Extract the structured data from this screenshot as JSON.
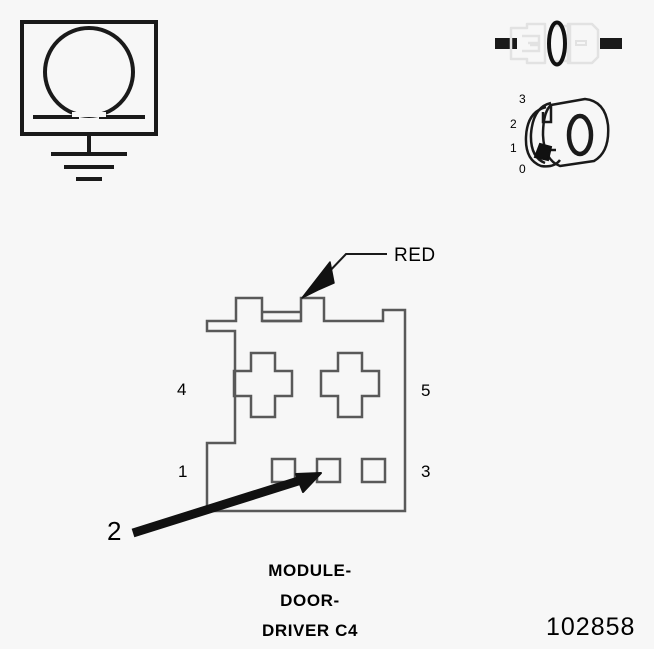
{
  "page": {
    "background_color": "#f7f7f7",
    "line_color": "#1a1a1a",
    "outline_color": "#595959",
    "ghost_color": "#e0e0e0",
    "reference_number": "102858"
  },
  "ground_symbol": {
    "name": "omega-ground-symbol",
    "glyph": "Omega",
    "description": "Boxed omega resistance symbol over chassis ground"
  },
  "connector_icon": {
    "name": "inline-connector-icon",
    "description": "Two-piece inline connector, ghosted outline with bold black seal"
  },
  "ignition_switch": {
    "name": "ignition-key-switch-icon",
    "description": "Ignition key cylinder with rotary positions",
    "positions": [
      "3",
      "2",
      "1",
      "0"
    ],
    "selected_position": "1"
  },
  "connector_view": {
    "name": "module-door-driver-c4-connector",
    "wire_callout": {
      "label": "RED",
      "points_to": "cavity-top-tab"
    },
    "pin_labels": {
      "top_left": "4",
      "top_right": "5",
      "bottom_left": "1",
      "bottom_right": "3"
    },
    "cavity_callout": {
      "label": "2",
      "points_to": "middle-bottom-cavity"
    },
    "caption_lines": [
      "MODULE-",
      "DOOR-",
      "DRIVER C4"
    ]
  }
}
